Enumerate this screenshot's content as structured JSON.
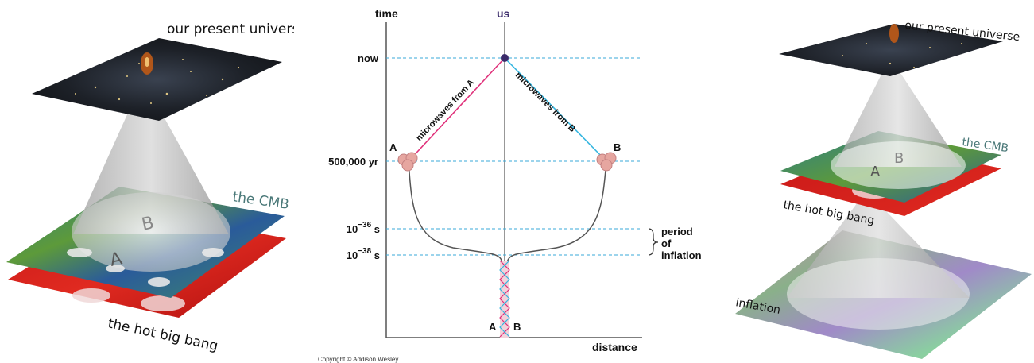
{
  "left": {
    "present_label": "our present universe",
    "cmb_label": "the CMB",
    "hot_label": "the hot big bang",
    "point_a": "A",
    "point_b": "B"
  },
  "center": {
    "axis_y": "time",
    "axis_x": "distance",
    "us_label": "us",
    "now_label": "now",
    "yr_label": "500,000 yr",
    "t36_base": "10",
    "t36_exp": "−36",
    "t36_unit": " s",
    "t38_base": "10",
    "t38_exp": "−38",
    "t38_unit": " s",
    "a_label": "A",
    "b_label": "B",
    "a_bottom": "A",
    "b_bottom": "B",
    "microwaves_a": "microwaves from A",
    "microwaves_b": "microwaves from B",
    "period_1": "period",
    "period_2": "of",
    "period_3": "inflation",
    "copyright": "Copyright © Addison Wesley.",
    "colors": {
      "line_a": "#e0307a",
      "line_b": "#36b6e0",
      "dashed": "#3aaad8",
      "axis": "#555555",
      "us_dot": "#3a2a6a"
    }
  },
  "right": {
    "present_label": "our present universe",
    "cmb_label": "the CMB",
    "hot_label": "the hot big bang",
    "inflation_label": "inflation",
    "point_a": "A",
    "point_b": "B"
  }
}
